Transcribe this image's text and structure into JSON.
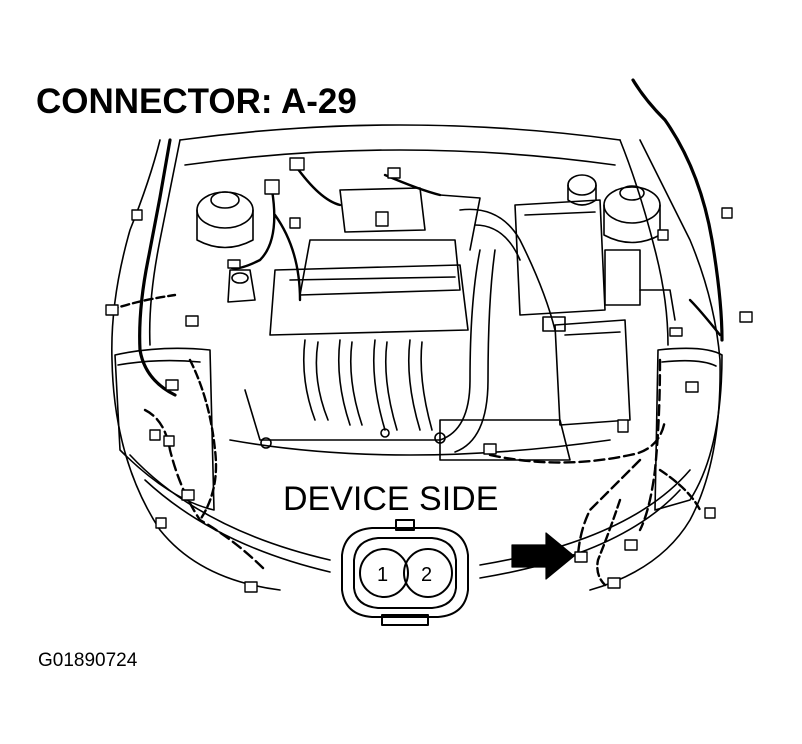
{
  "title": "CONNECTOR: A-29",
  "figure_id": "G01890724",
  "device_side_label": "DEVICE SIDE",
  "connector": {
    "pins": [
      "1",
      "2"
    ]
  },
  "icons": {
    "engine_bay": "engine-compartment-illustration",
    "arrow": "solid-arrow-right-icon"
  },
  "colors": {
    "line": "#000000",
    "background": "#ffffff"
  }
}
